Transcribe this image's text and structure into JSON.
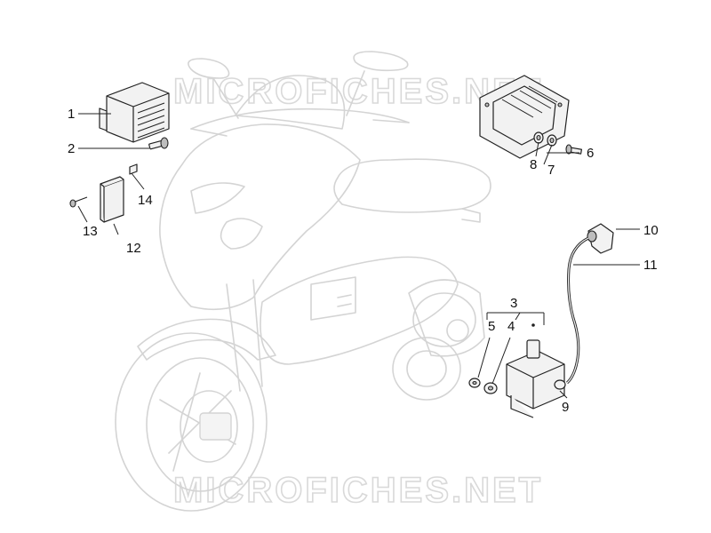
{
  "watermark": {
    "top": "MICROFICHES.NET",
    "bottom": "MICROFICHES.NET"
  },
  "callouts": {
    "c1": "1",
    "c2": "2",
    "c3": "3",
    "c4": "4",
    "c5": "5",
    "c6": "6",
    "c7": "7",
    "c8": "8",
    "c9": "9",
    "c10": "10",
    "c11": "11",
    "c12": "12",
    "c13": "13",
    "c14": "14"
  }
}
